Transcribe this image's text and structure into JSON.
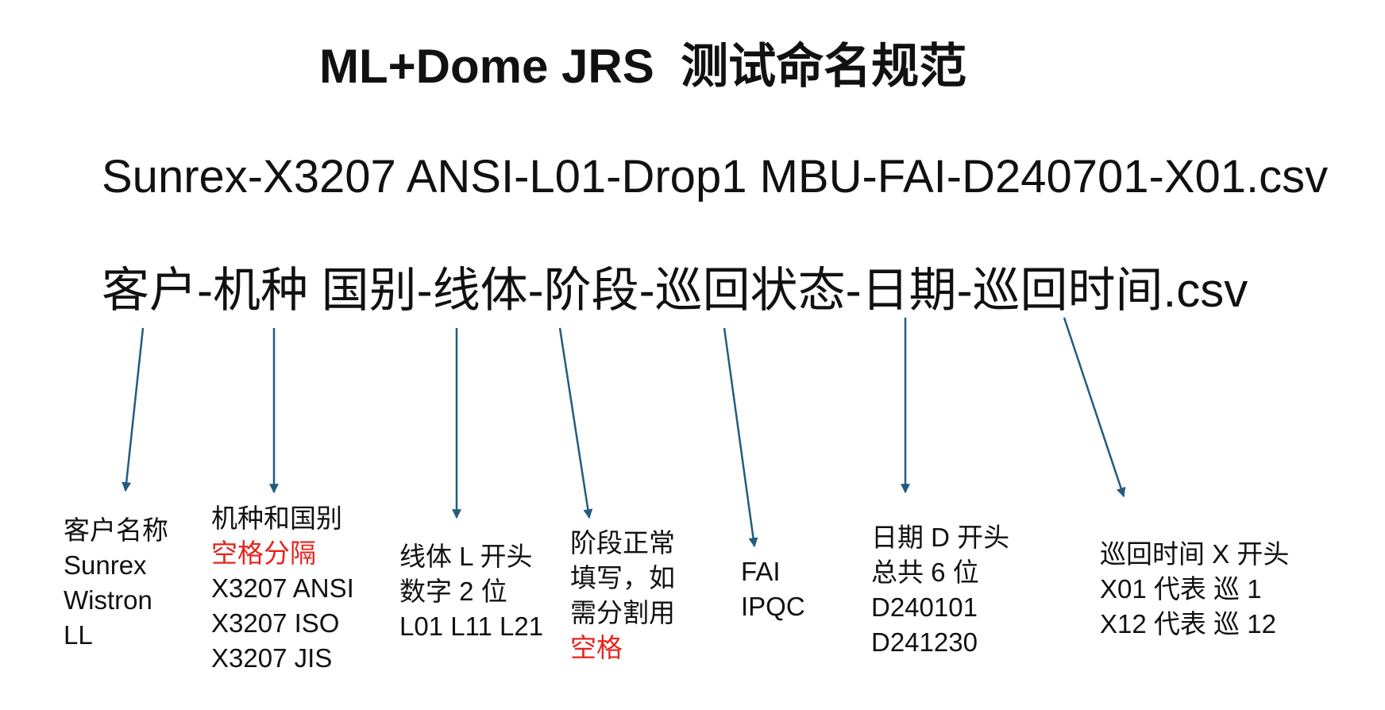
{
  "title": "ML+Dome JRS  测试命名规范",
  "example_filename": "Sunrex-X3207 ANSI-L01-Drop1 MBU-FAI-D240701-X01.csv",
  "naming_pattern": "客户-机种 国别-线体-阶段-巡回状态-日期-巡回时间.csv",
  "descriptions": [
    {
      "lines": [
        "客户名称",
        "Sunrex",
        "Wistron",
        "LL"
      ]
    },
    {
      "lines": [
        "机种和国别",
        "空格分隔",
        "X3207 ANSI",
        "X3207 ISO",
        "X3207 JIS"
      ]
    },
    {
      "lines": [
        "线体 L 开头",
        "数字 2 位",
        "L01 L11 L21"
      ]
    },
    {
      "lines": [
        "阶段正常",
        "填写，如",
        "需分割用",
        "空格"
      ]
    },
    {
      "lines": [
        "FAI",
        "IPQC"
      ]
    },
    {
      "lines": [
        "日期 D 开头",
        "总共 6 位",
        "D240101",
        "D241230"
      ]
    },
    {
      "lines": [
        "巡回时间 X 开头",
        "X01 代表 巡 1",
        "X12 代表 巡 12"
      ]
    }
  ],
  "colors": {
    "text": "#111111",
    "emphasis": "#e8231e",
    "arrow": "#235b80",
    "background": "#ffffff"
  }
}
